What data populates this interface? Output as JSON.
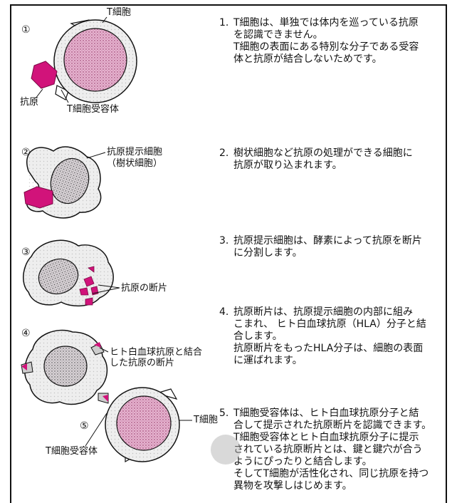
{
  "stages": [
    {
      "marker": "①",
      "labels": {
        "cell": "T細胞",
        "antigen": "抗原",
        "receptor": "T細胞受容体"
      }
    },
    {
      "marker": "②",
      "labels": {
        "apc_line1": "抗原提示細胞",
        "apc_line2": "（樹状細胞）"
      }
    },
    {
      "marker": "③",
      "labels": {
        "fragment": "抗原の断片"
      }
    },
    {
      "marker": "④",
      "labels": {
        "hla_line1": "ヒト白血球抗原と結合",
        "hla_line2": "した抗原の断片"
      }
    },
    {
      "marker": "⑤",
      "labels": {
        "cell": "T細胞",
        "receptor": "T細胞受容体"
      }
    }
  ],
  "steps": [
    {
      "num": "1.",
      "lines": [
        "T細胞は、単独では体内を巡っている抗原",
        "を認識できません。",
        "T細胞の表面にある特別な分子である受容",
        "体と抗原が結合しないためです。"
      ]
    },
    {
      "num": "2.",
      "lines": [
        "樹状細胞など抗原の処理ができる細胞に",
        "抗原が取り込まれます。"
      ]
    },
    {
      "num": "3.",
      "lines": [
        "抗原提示細胞は、酵素によって抗原を断片",
        "に分割します。"
      ]
    },
    {
      "num": "4.",
      "lines": [
        "抗原断片は、抗原提示細胞の内部に組み",
        "こまれ、 ヒト白血球抗原（HLA）分子と結",
        "合します。",
        "抗原断片をもったHLA分子は、細胞の表面",
        "に運ばれます。"
      ]
    },
    {
      "num": "5.",
      "lines": [
        "T細胞受容体は、ヒト白血球抗原分子と結",
        "合して提示された抗原断片を認識できます。",
        "T細胞受容体とヒト白血球抗原分子に提示",
        "されている抗原断片とは、鍵と鍵穴が合う",
        "ようにぴったりと結合します。",
        "そしてT細胞が活性化され、同じ抗原を持つ",
        "異物を攻撃しはじめます。"
      ]
    }
  ],
  "colors": {
    "antigen": "#d1137a",
    "nucleus": "#e6b3cf",
    "cytoplasm": "#eeeeee",
    "outline": "#111111"
  }
}
